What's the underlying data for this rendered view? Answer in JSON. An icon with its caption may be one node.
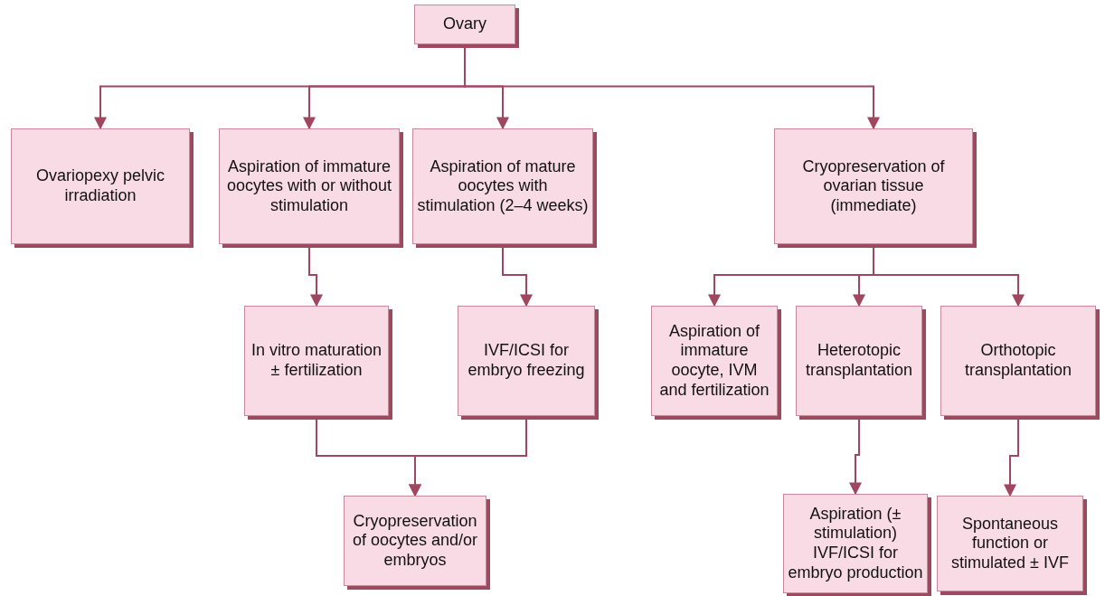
{
  "diagram": {
    "nodes": [
      {
        "text": [
          "Ovary"
        ]
      },
      {
        "text": [
          "Ovariopexy pelvic irradiation"
        ]
      },
      {
        "text": [
          "Aspiration of immature oocytes with or without stimulation"
        ]
      },
      {
        "text": [
          "Aspiration of mature oocytes with stimulation (2–4 weeks)"
        ]
      },
      {
        "text": [
          "Cryopreservation of ovarian tissue (immediate)"
        ]
      },
      {
        "text": [
          "In vitro maturation ± fertilization"
        ]
      },
      {
        "text": [
          "IVF/ICSI for embryo freezing"
        ]
      },
      {
        "text": [
          "Aspiration of immature oocyte, IVM and fertilization"
        ]
      },
      {
        "text": [
          "Heterotopic transplantation"
        ]
      },
      {
        "text": [
          "Orthotopic transplantation"
        ]
      },
      {
        "text": [
          "Cryopreservation of oocytes and/or embryos"
        ]
      },
      {
        "text": [
          "Aspiration (± stimulation) IVF/ICSI for embryo production"
        ]
      },
      {
        "text": [
          "Spontaneous function or stimulated ± IVF"
        ]
      }
    ],
    "edges": [
      {
        "from": 0,
        "to": 1,
        "arrow": "to"
      },
      {
        "from": 0,
        "to": 2,
        "arrow": "to"
      },
      {
        "from": 0,
        "to": 3,
        "arrow": "to"
      },
      {
        "from": 0,
        "to": 4,
        "arrow": "to"
      },
      {
        "from": 2,
        "to": 5,
        "arrow": "to"
      },
      {
        "from": 3,
        "to": 6,
        "arrow": "to"
      },
      {
        "from": 4,
        "to": 7,
        "arrow": "to"
      },
      {
        "from": 4,
        "to": 8,
        "arrow": "to"
      },
      {
        "from": 4,
        "to": 9,
        "arrow": "to"
      },
      {
        "from": 5,
        "to": 10,
        "arrow": "to"
      },
      {
        "from": 6,
        "to": 10,
        "arrow": "to"
      },
      {
        "from": 8,
        "to": 11,
        "arrow": "to"
      },
      {
        "from": 9,
        "to": 12,
        "arrow": "to"
      }
    ]
  }
}
